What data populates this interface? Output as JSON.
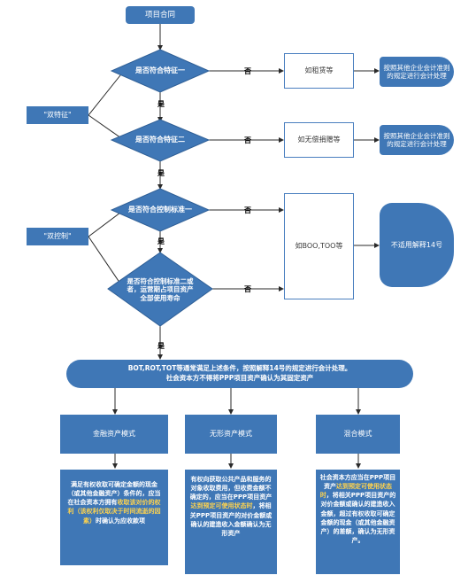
{
  "start": {
    "label": "项目合同"
  },
  "decisions": {
    "d1": "是否符合特征一",
    "d2": "是否符合特征二",
    "d3": "是否符合控制标准一",
    "d4": "是否符合控制标准二或者，运营期占项目资产全部使用寿命"
  },
  "branch_labels": {
    "no": "否",
    "yes": "是"
  },
  "side_tags": {
    "double_feature": "\"双特征\"",
    "double_control": "\"双控制\""
  },
  "examples": {
    "e1": "如租赁等",
    "e2": "如无偿捐赠等",
    "e3": "如BOO,TOO等"
  },
  "outcomes": {
    "o1": "按照其他企业会计准则的规定进行会计处理",
    "o2": "按照其他企业会计准则的规定进行会计处理",
    "o3": "不适用解释14号"
  },
  "summary": {
    "line1": "BOT,ROT,TOT等通常满足上述条件，按照解释14号的规定进行会计处理。",
    "line2": "社会资本方不得将PPP项目资产确认为其固定资产"
  },
  "models": {
    "m1": "金融资产模式",
    "m2": "无形资产模式",
    "m3": "混合模式"
  },
  "details": {
    "t1a": "满足有权收取可确定金额的现金（或其他金融资产）条件的，应当在社会资本方拥有",
    "t1b": "收取该对价的权利（该权利仅取决于时间流逝的因素）",
    "t1c": "时确认为应收款项",
    "t2a": "有权向获取公共产品和服务的对象收取费用，但收费金额不确定的，应当在PPP项目资产",
    "t2b": "达到预定可使用状态时",
    "t2c": "，将相关PPP项目资产的对价金额或确认的建造收入金额确认为无形资产",
    "t3a": "社会资本方应当在PPP项目资产",
    "t3b": "达到预定可使用状态时",
    "t3c": "，将相关PPP项目资产的对价金额或确认的建造收入金额，超过有权收取可确定金额的现金（或其他金融资产）的差额，确认为无形资产。"
  },
  "colors": {
    "primary": "#3f77b6",
    "highlight": "#ffd34d",
    "line": "#2a2a2a"
  }
}
